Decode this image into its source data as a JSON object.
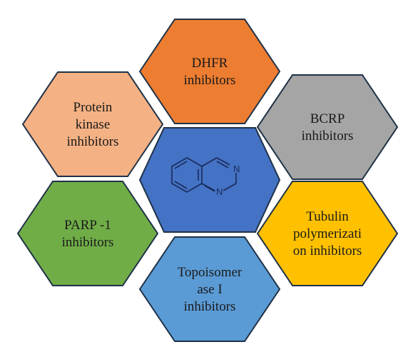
{
  "center": {
    "color": "#4472c4",
    "atoms": [
      "N",
      "N"
    ]
  },
  "hexagons": [
    {
      "id": "dhfr",
      "name": "hex-dhfr-inhibitors",
      "lines": [
        "DHFR",
        "inhibitors"
      ],
      "color": "#ed7d31"
    },
    {
      "id": "protein-kinase",
      "name": "hex-protein-kinase-inhibitors",
      "lines": [
        "Protein",
        "kinase",
        "inhibitors"
      ],
      "color": "#f4b183"
    },
    {
      "id": "bcrp",
      "name": "hex-bcrp-inhibitors",
      "lines": [
        "BCRP",
        "inhibitors"
      ],
      "color": "#a5a5a5"
    },
    {
      "id": "parp1",
      "name": "hex-parp1-inhibitors",
      "lines": [
        "PARP -1",
        "inhibitors"
      ],
      "color": "#70ad47"
    },
    {
      "id": "tubulin",
      "name": "hex-tubulin-polymerization-inhibitors",
      "lines": [
        "Tubulin",
        "polymerizati",
        "on inhibitors"
      ],
      "color": "#ffc000"
    },
    {
      "id": "topoisomerase",
      "name": "hex-topoisomerase-inhibitors",
      "lines": [
        "Topoisomer",
        "ase I",
        "inhibitors"
      ],
      "color": "#5b9bd5"
    }
  ]
}
